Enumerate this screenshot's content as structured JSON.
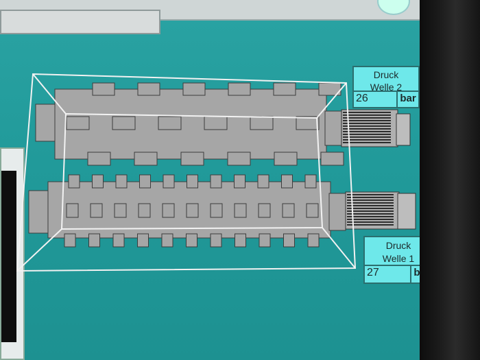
{
  "pressure_displays": [
    {
      "title_line1": "Druck",
      "title_line2": "Welle 2",
      "value": "26",
      "unit": "bar"
    },
    {
      "title_line1": "Druck",
      "title_line2": "Welle 1",
      "value": "27",
      "unit": "bar"
    }
  ],
  "colors": {
    "screen_bg": "#219a9a",
    "shaft_fill": "#a6a6a6",
    "display_bg": "#6ee8ea",
    "frame_line": "#f2f2f2"
  }
}
